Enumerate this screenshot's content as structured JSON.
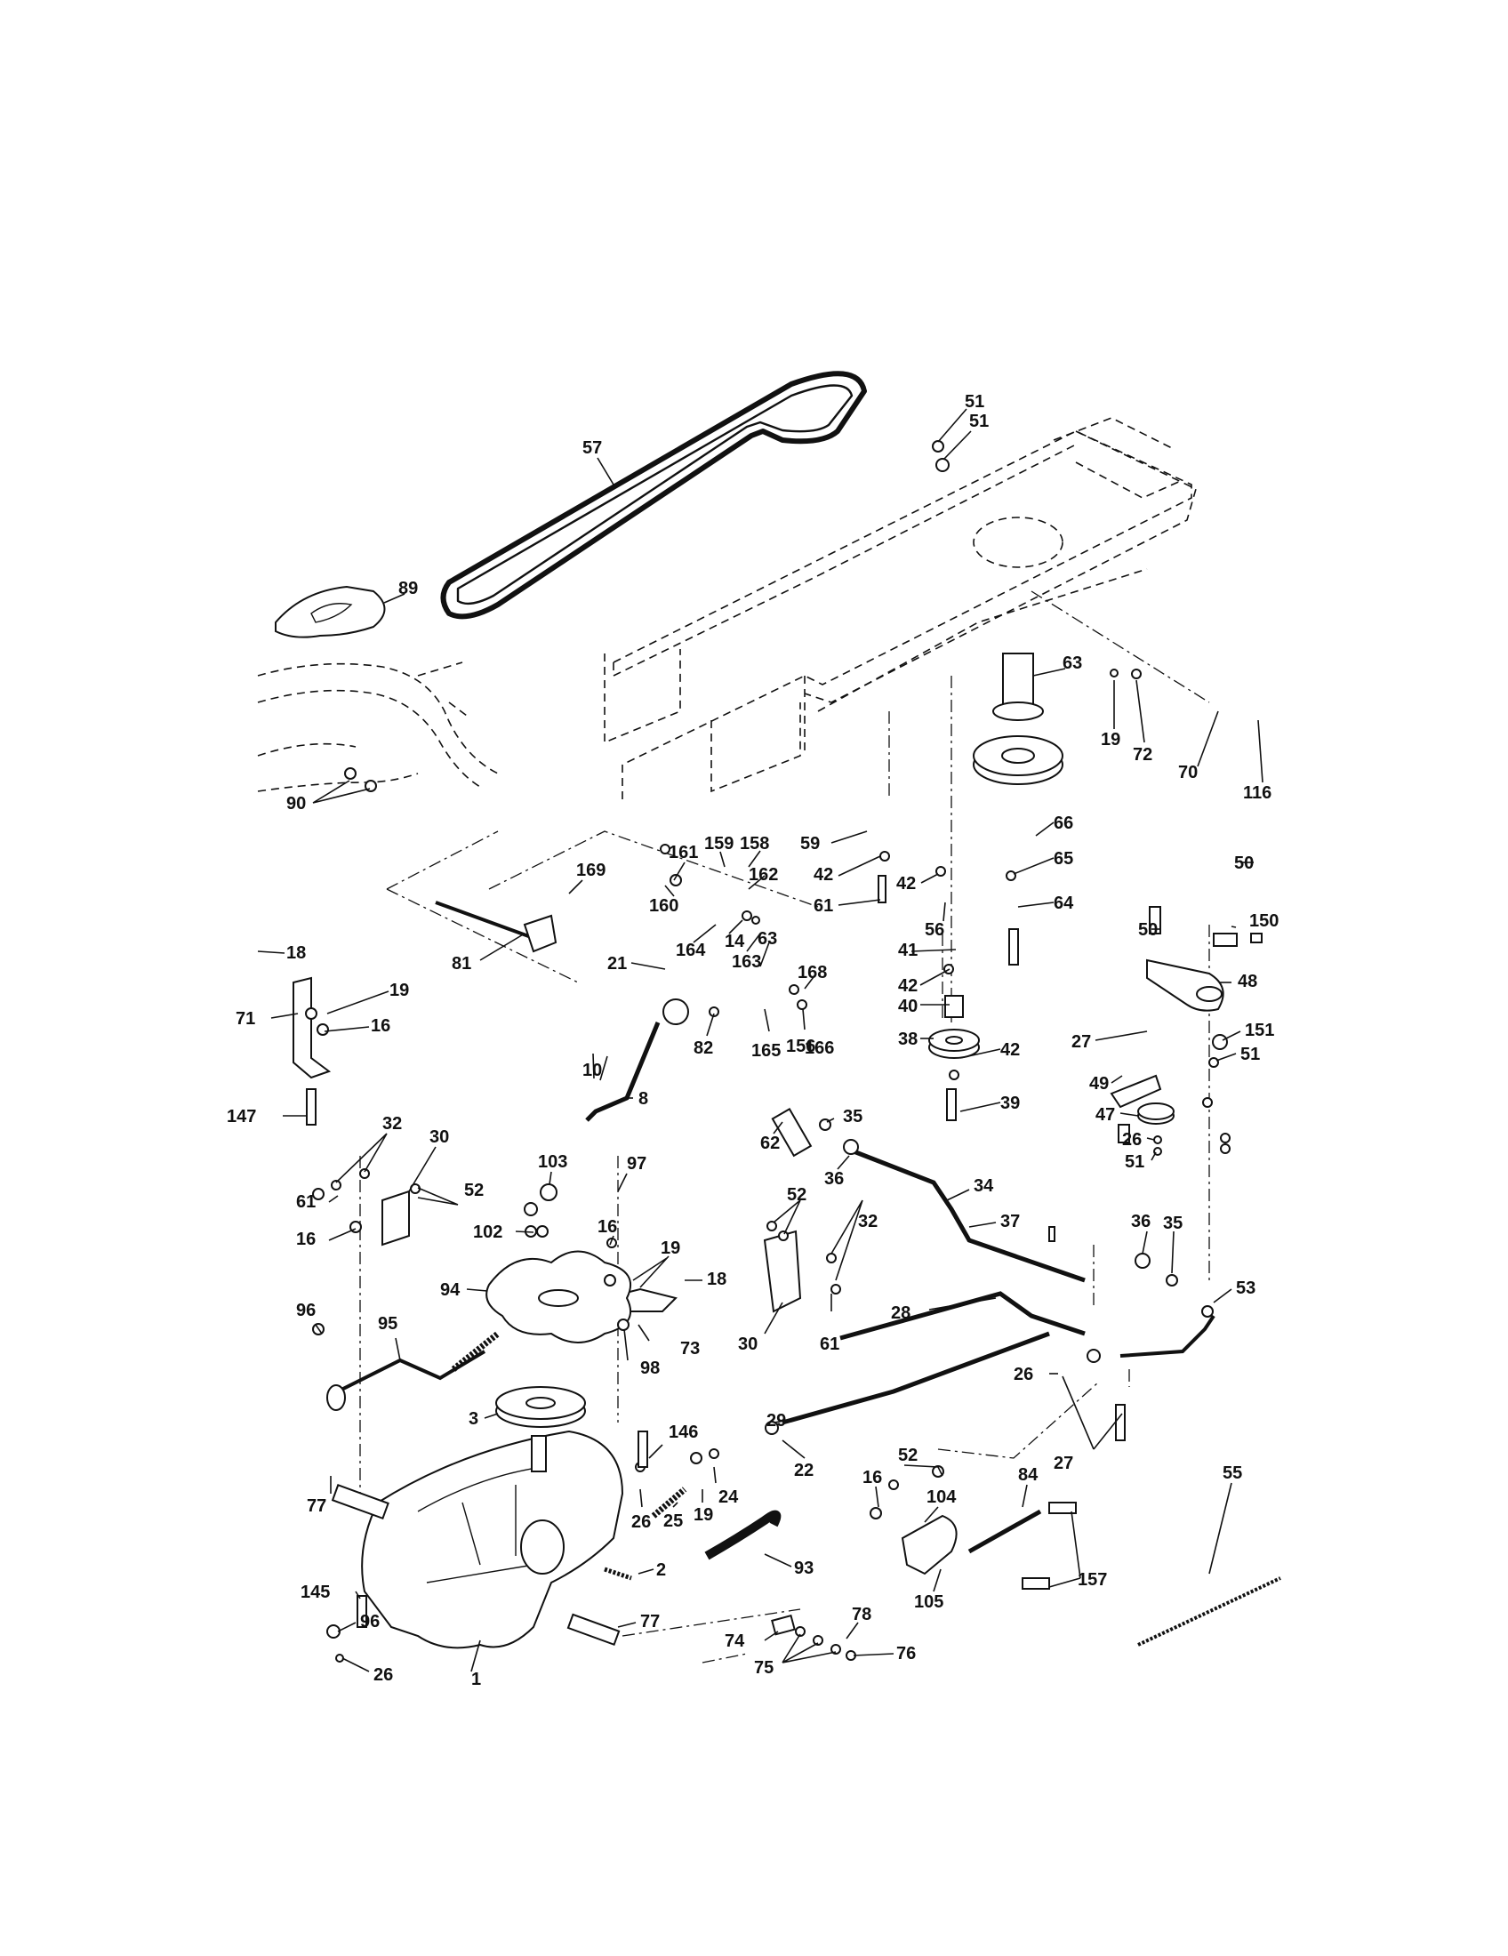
{
  "diagram": {
    "title": "",
    "colors": {
      "ink": "#111111",
      "paper": "#ffffff"
    },
    "parts": [
      {
        "id": "p57",
        "label": "57"
      },
      {
        "id": "p51a",
        "label": "51"
      },
      {
        "id": "p51b",
        "label": "51"
      },
      {
        "id": "p89",
        "label": "89"
      },
      {
        "id": "p63",
        "label": "63"
      },
      {
        "id": "p19a",
        "label": "19"
      },
      {
        "id": "p72",
        "label": "72"
      },
      {
        "id": "p70",
        "label": "70"
      },
      {
        "id": "p116",
        "label": "116"
      },
      {
        "id": "p90",
        "label": "90"
      },
      {
        "id": "p66",
        "label": "66"
      },
      {
        "id": "p59",
        "label": "59"
      },
      {
        "id": "p65",
        "label": "65"
      },
      {
        "id": "p42a",
        "label": "42"
      },
      {
        "id": "p42b",
        "label": "42"
      },
      {
        "id": "p61a",
        "label": "61"
      },
      {
        "id": "p56",
        "label": "56"
      },
      {
        "id": "p64",
        "label": "64"
      },
      {
        "id": "p161",
        "label": "161"
      },
      {
        "id": "p159",
        "label": "159"
      },
      {
        "id": "p158",
        "label": "158"
      },
      {
        "id": "p162",
        "label": "162"
      },
      {
        "id": "p160",
        "label": "160"
      },
      {
        "id": "p169",
        "label": "169"
      },
      {
        "id": "p164",
        "label": "164"
      },
      {
        "id": "p14",
        "label": "14"
      },
      {
        "id": "p163",
        "label": "163"
      },
      {
        "id": "p63b",
        "label": "63"
      },
      {
        "id": "p81",
        "label": "81"
      },
      {
        "id": "p18a",
        "label": "18"
      },
      {
        "id": "p19b",
        "label": "19"
      },
      {
        "id": "p71",
        "label": "71"
      },
      {
        "id": "p16a",
        "label": "16"
      },
      {
        "id": "p21",
        "label": "21"
      },
      {
        "id": "p168",
        "label": "168"
      },
      {
        "id": "p82",
        "label": "82"
      },
      {
        "id": "p165",
        "label": "165"
      },
      {
        "id": "p156",
        "label": "156"
      },
      {
        "id": "p166",
        "label": "166"
      },
      {
        "id": "p41",
        "label": "41"
      },
      {
        "id": "p42c",
        "label": "42"
      },
      {
        "id": "p40",
        "label": "40"
      },
      {
        "id": "p38",
        "label": "38"
      },
      {
        "id": "p42d",
        "label": "42"
      },
      {
        "id": "p39",
        "label": "39"
      },
      {
        "id": "p50a",
        "label": "50"
      },
      {
        "id": "p50b",
        "label": "50"
      },
      {
        "id": "p150",
        "label": "150"
      },
      {
        "id": "p48",
        "label": "48"
      },
      {
        "id": "p27a",
        "label": "27"
      },
      {
        "id": "p151",
        "label": "151"
      },
      {
        "id": "p51c",
        "label": "51"
      },
      {
        "id": "p49",
        "label": "49"
      },
      {
        "id": "p47",
        "label": "47"
      },
      {
        "id": "p26a",
        "label": "26"
      },
      {
        "id": "p51d",
        "label": "51"
      },
      {
        "id": "p10",
        "label": "10"
      },
      {
        "id": "p8",
        "label": "8"
      },
      {
        "id": "p147",
        "label": "147"
      },
      {
        "id": "p32a",
        "label": "32"
      },
      {
        "id": "p30a",
        "label": "30"
      },
      {
        "id": "p52a",
        "label": "52"
      },
      {
        "id": "p61b",
        "label": "61"
      },
      {
        "id": "p16b",
        "label": "16"
      },
      {
        "id": "p103",
        "label": "103"
      },
      {
        "id": "p97",
        "label": "97"
      },
      {
        "id": "p102",
        "label": "102"
      },
      {
        "id": "p16c",
        "label": "16"
      },
      {
        "id": "p19c",
        "label": "19"
      },
      {
        "id": "p18b",
        "label": "18"
      },
      {
        "id": "p94",
        "label": "94"
      },
      {
        "id": "p73",
        "label": "73"
      },
      {
        "id": "p98",
        "label": "98"
      },
      {
        "id": "p62",
        "label": "62"
      },
      {
        "id": "p35a",
        "label": "35"
      },
      {
        "id": "p36a",
        "label": "36"
      },
      {
        "id": "p34",
        "label": "34"
      },
      {
        "id": "p37",
        "label": "37"
      },
      {
        "id": "p52b",
        "label": "52"
      },
      {
        "id": "p32b",
        "label": "32"
      },
      {
        "id": "p30b",
        "label": "30"
      },
      {
        "id": "p61c",
        "label": "61"
      },
      {
        "id": "p36b",
        "label": "36"
      },
      {
        "id": "p35b",
        "label": "35"
      },
      {
        "id": "p53",
        "label": "53"
      },
      {
        "id": "p96a",
        "label": "96"
      },
      {
        "id": "p95",
        "label": "95"
      },
      {
        "id": "p3",
        "label": "3"
      },
      {
        "id": "p28",
        "label": "28"
      },
      {
        "id": "p26b",
        "label": "26"
      },
      {
        "id": "p27b",
        "label": "27"
      },
      {
        "id": "p29",
        "label": "29"
      },
      {
        "id": "p146",
        "label": "146"
      },
      {
        "id": "p22",
        "label": "22"
      },
      {
        "id": "p77a",
        "label": "77"
      },
      {
        "id": "p26c",
        "label": "26"
      },
      {
        "id": "p25",
        "label": "25"
      },
      {
        "id": "p19d",
        "label": "19"
      },
      {
        "id": "p24",
        "label": "24"
      },
      {
        "id": "p52c",
        "label": "52"
      },
      {
        "id": "p16d",
        "label": "16"
      },
      {
        "id": "p104",
        "label": "104"
      },
      {
        "id": "p84",
        "label": "84"
      },
      {
        "id": "p55",
        "label": "55"
      },
      {
        "id": "p93",
        "label": "93"
      },
      {
        "id": "p2",
        "label": "2"
      },
      {
        "id": "p145",
        "label": "145"
      },
      {
        "id": "p105",
        "label": "105"
      },
      {
        "id": "p157",
        "label": "157"
      },
      {
        "id": "p96b",
        "label": "96"
      },
      {
        "id": "p77b",
        "label": "77"
      },
      {
        "id": "p78",
        "label": "78"
      },
      {
        "id": "p74",
        "label": "74"
      },
      {
        "id": "p76",
        "label": "76"
      },
      {
        "id": "p75",
        "label": "75"
      },
      {
        "id": "p1",
        "label": "1"
      },
      {
        "id": "p26d",
        "label": "26"
      }
    ]
  }
}
